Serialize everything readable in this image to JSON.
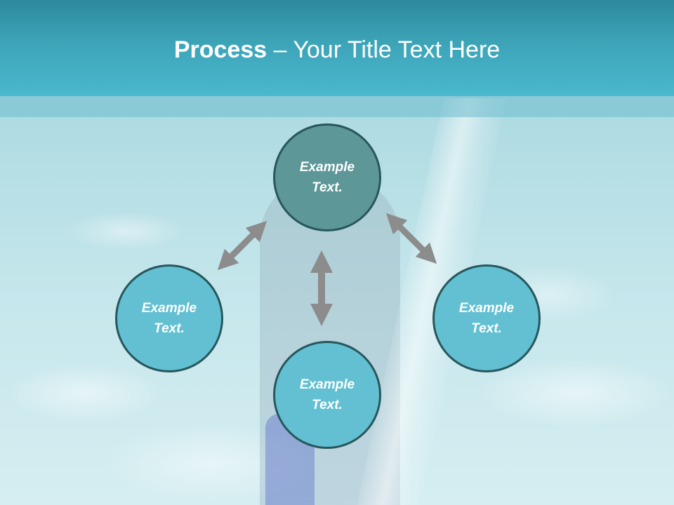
{
  "slide": {
    "title_bold": "Process",
    "title_rest": " – Your Title Text Here"
  },
  "nodes": [
    {
      "line1": "Example",
      "line2": "Text."
    },
    {
      "line1": "Example",
      "line2": "Text."
    },
    {
      "line1": "Example",
      "line2": "Text."
    },
    {
      "line1": "Example",
      "line2": "Text."
    }
  ],
  "colors": {
    "header": "#3da4b8",
    "top_node_fill": "#5e9797",
    "node_fill": "#62c0d2",
    "node_border": "#27575c",
    "arrow": "#8c8c8c"
  }
}
